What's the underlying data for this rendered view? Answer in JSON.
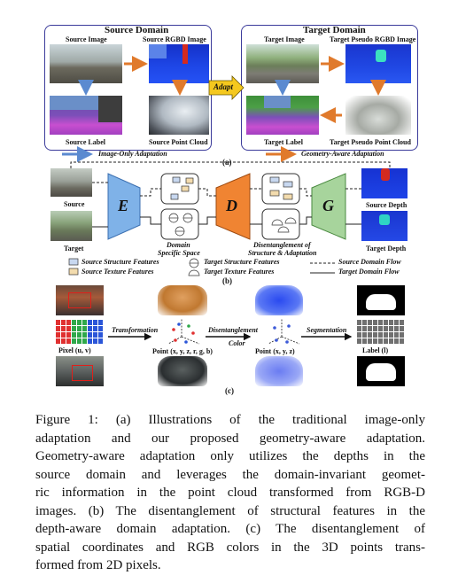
{
  "part_a": {
    "source_domain": "Source Domain",
    "target_domain": "Target Domain",
    "source_image": "Source Image",
    "source_rgbd": "Source RGBD Image",
    "source_label": "Source Label",
    "source_point_cloud": "Source Point Cloud",
    "target_image": "Target Image",
    "target_pseudo_rgbd": "Target Pseudo RGBD Image",
    "target_label": "Target Label",
    "target_pseudo_point_cloud": "Target Pseudo Point Cloud",
    "adapt": "Adapt",
    "image_only": "Image-Only Adaptation",
    "geometry_aware": "Geometry-Aware Adaptation",
    "tag": "(a)"
  },
  "part_b": {
    "source": "Source",
    "target": "Target",
    "encoder": "E",
    "decoder": "D",
    "generator": "G",
    "domain_space_1": "Domain",
    "domain_space_2": "Specific Space",
    "disentangle_1": "Disentanglement of",
    "disentangle_2": "Structure & Adaptation",
    "source_depth": "Source Depth",
    "target_depth": "Target Depth",
    "legend_source_structure": "Source Structure Features",
    "legend_source_texture": "Source Texture Features",
    "legend_target_structure": "Target Structure Features",
    "legend_target_texture": "Target Texture Features",
    "legend_source_flow": "Source Domain Flow",
    "legend_target_flow": "Target Domain Flow",
    "tag": "(b)"
  },
  "part_c": {
    "transformation": "Transformation",
    "disentanglement": "Disentanglement",
    "color": "Color",
    "segmentation": "Segmentation",
    "pixel": "Pixel (u, v)",
    "point_xyz_rgb": "Point (x, y, z, r, g, b)",
    "point_xyz": "Point (x, y, z)",
    "label": "Label (l)",
    "tag": "(c)"
  },
  "caption": [
    "Figure 1: (a) Illustrations of the traditional image-only",
    "adaptation and our proposed geometry-aware adaptation.",
    "Geometry-aware adaptation only utilizes the depths in the",
    "source domain and leverages the domain-invariant geomet-",
    "ric information in the point cloud transformed from RGB-D",
    "images. (b) The disentanglement of structural features in the",
    "depth-aware domain adaptation. (c) The disentanglement of",
    "spatial coordinates and RGB colors in the 3D points trans-",
    "formed from 2D pixels."
  ]
}
